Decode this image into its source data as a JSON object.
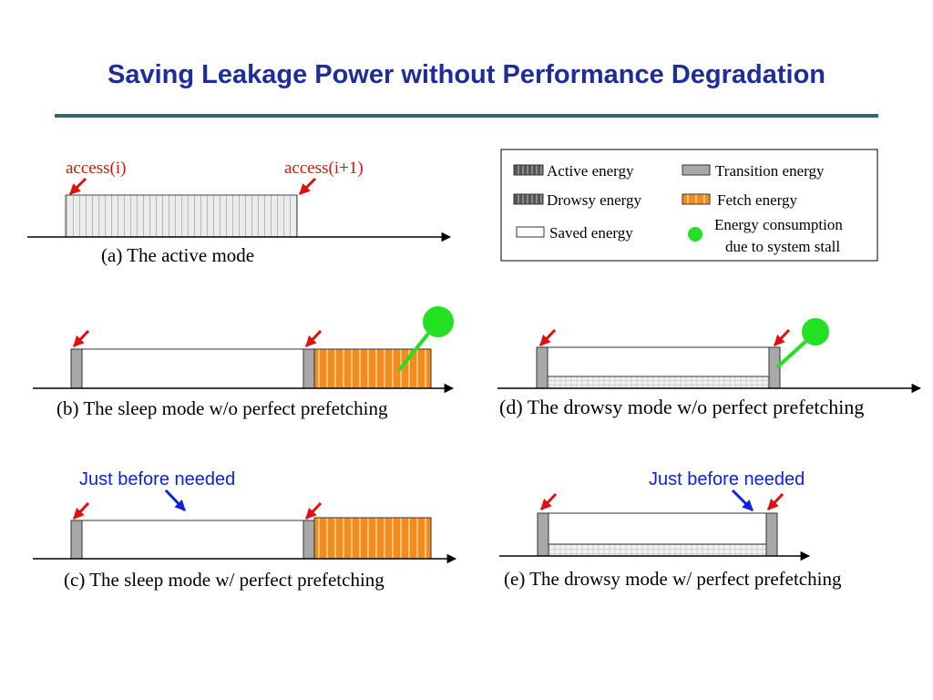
{
  "title": "Saving Leakage Power without Performance Degradation",
  "colors": {
    "title": "#1f2d9c",
    "rule": "#2e6b6b",
    "access_arrow": "#e01010",
    "hint_arrow": "#1020e0",
    "fetch": "#f28c1e",
    "stall": "#22e022",
    "transition": "#a8a8a8",
    "active": "#d8d8d8",
    "drowsy": "#e4e4e4"
  },
  "legend": {
    "active": "Active energy",
    "transition": "Transition energy",
    "drowsy": "Drowsy energy",
    "fetch": "Fetch energy",
    "saved": "Saved energy",
    "stall_line1": "Energy consumption",
    "stall_line2": "due to system stall"
  },
  "panels": {
    "a": {
      "caption": "(a) The active mode",
      "access_i": "access(i)",
      "access_i1": "access(i+1)"
    },
    "b": {
      "caption": "(b) The sleep mode w/o perfect prefetching"
    },
    "c": {
      "caption": "(c) The sleep mode w/ perfect prefetching",
      "note": "Just before needed"
    },
    "d": {
      "caption": "(d) The drowsy mode w/o perfect prefetching"
    },
    "e": {
      "caption": "(e) The drowsy mode w/ perfect prefetching",
      "note": "Just before needed"
    }
  }
}
